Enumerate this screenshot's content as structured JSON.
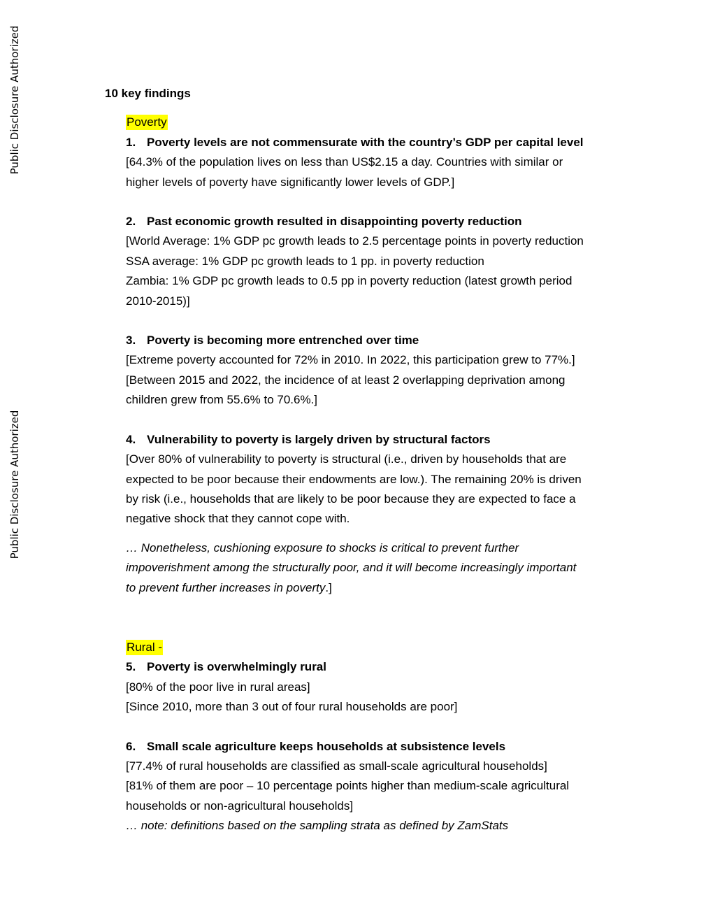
{
  "margin_labels": [
    "Public Disclosure Authorized",
    "Public Disclosure Authorized"
  ],
  "colors": {
    "highlight": "#ffff00"
  },
  "title": "10 key findings",
  "sections": [
    {
      "heading": "Poverty",
      "findings": [
        {
          "number": "1.",
          "title": "Poverty levels are not commensurate with the country’s GDP per capital level",
          "lines": [
            "[64.3% of the population lives on less than US$2.15 a day. Countries with similar or",
            "higher levels of poverty have significantly lower levels of GDP.]"
          ]
        },
        {
          "number": "2.",
          "title": "Past economic growth resulted in disappointing poverty reduction",
          "lines": [
            "[World Average: 1% GDP pc growth leads to 2.5 percentage points in poverty reduction",
            "SSA average: 1% GDP pc growth leads to 1 pp. in poverty reduction",
            "Zambia: 1% GDP pc growth leads to 0.5 pp in poverty reduction (latest growth period",
            "2010-2015)]"
          ]
        },
        {
          "number": "3.",
          "title": "Poverty is becoming more entrenched over time",
          "lines": [
            "[Extreme poverty accounted for 72% in 2010. In 2022, this participation grew to 77%.]",
            "[Between 2015 and 2022, the incidence of at least 2 overlapping deprivation among",
            "children grew from 55.6% to 70.6%.]"
          ]
        },
        {
          "number": "4.",
          "title": "Vulnerability to poverty is largely driven by structural factors",
          "lines": [
            "[Over 80% of vulnerability to poverty is structural (i.e., driven by households that are",
            "expected to be poor because their endowments are low.). The remaining 20% is driven",
            "by risk (i.e., households that are likely to be poor because they are expected to face a",
            "negative shock that they cannot cope with."
          ],
          "italic_lines": [
            "… Nonetheless, cushioning exposure to shocks is critical to prevent further",
            "impoverishment among the structurally poor, and it will become increasingly important",
            "to prevent further increases in poverty"
          ],
          "italic_tail": ".]"
        }
      ]
    },
    {
      "heading": "Rural -",
      "findings": [
        {
          "number": "5.",
          "title": "Poverty is overwhelmingly rural",
          "lines": [
            "[80% of the poor live in rural areas]",
            "[Since 2010, more than 3 out of four rural households are poor]"
          ]
        },
        {
          "number": "6.",
          "title": "Small scale agriculture keeps households at subsistence levels",
          "lines": [
            "[77.4% of rural households are classified as small-scale agricultural households]",
            "[81% of them are poor – 10 percentage points higher than medium-scale agricultural",
            "households or non-agricultural households]"
          ],
          "italic_lines": [
            "… note: definitions based on the sampling strata as defined by ZamStats"
          ]
        }
      ]
    }
  ]
}
